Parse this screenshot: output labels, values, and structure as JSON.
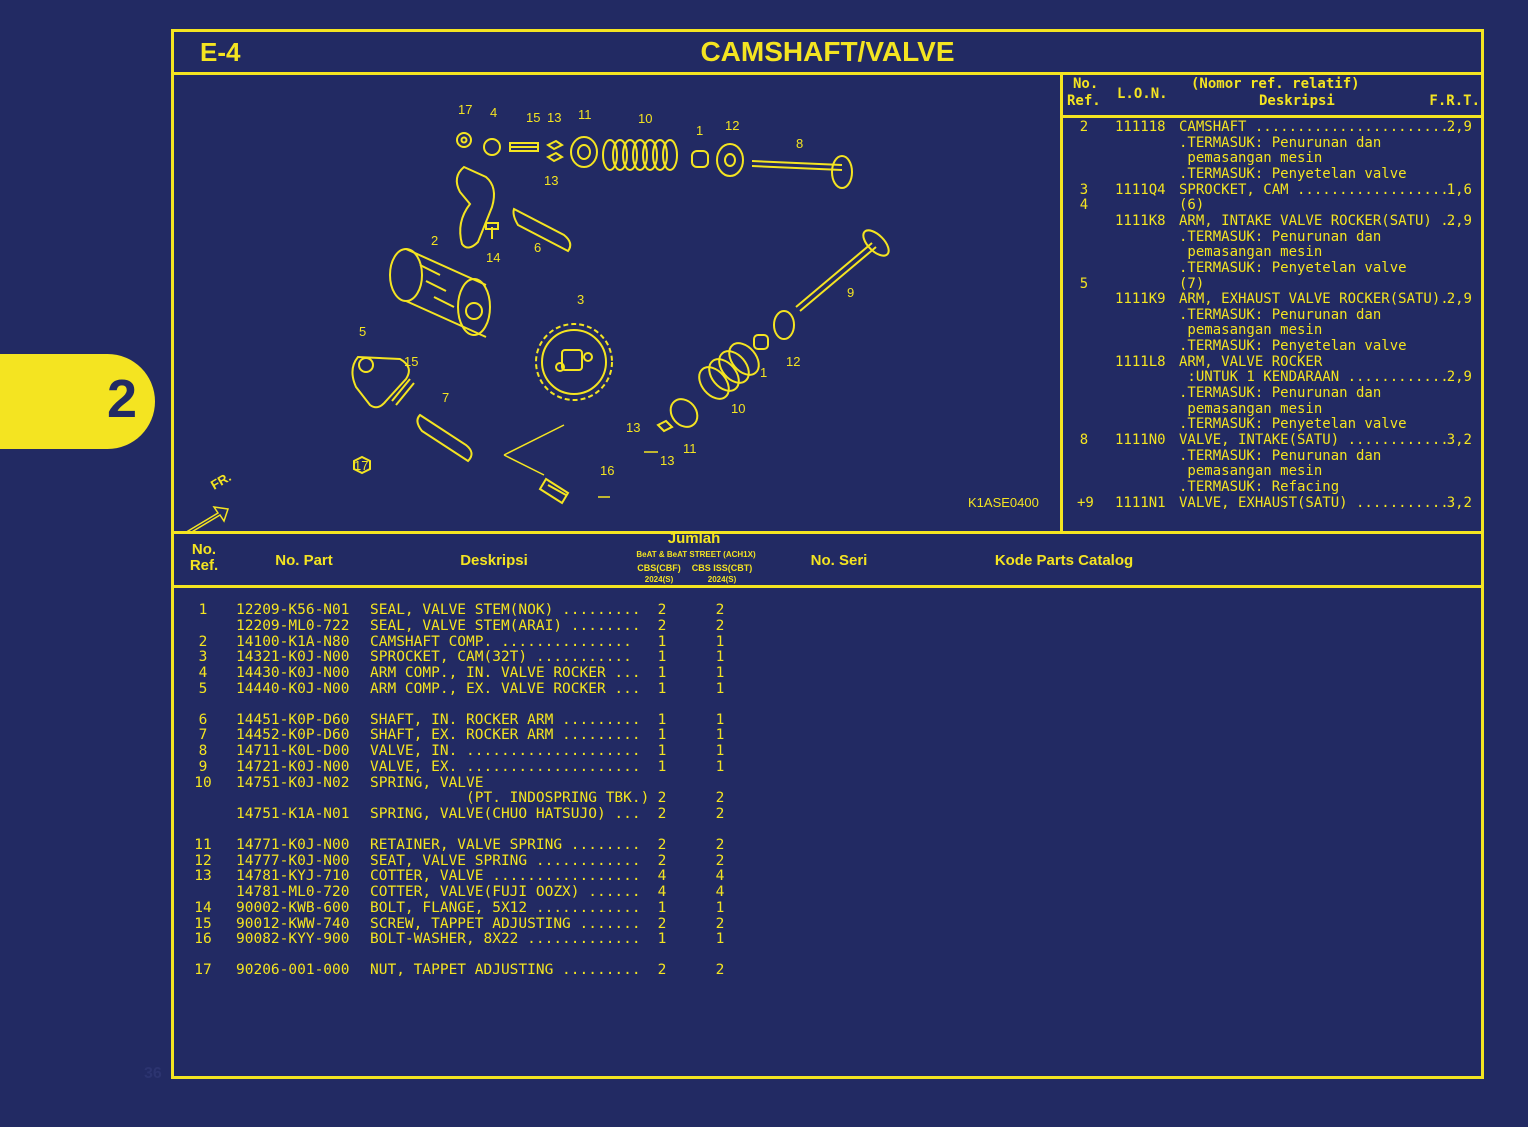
{
  "chapter": "2",
  "page_number": "36",
  "header": {
    "section_code": "E-4",
    "title": "CAMSHAFT/VALVE"
  },
  "diagram": {
    "code": "K1ASE0400",
    "front_label": "FR.",
    "callouts": [
      "17",
      "4",
      "15",
      "13",
      "11",
      "10",
      "1",
      "12",
      "8",
      "13",
      "14",
      "6",
      "2",
      "9",
      "3",
      "5",
      "15",
      "12",
      "1",
      "7",
      "10",
      "13",
      "11",
      "17",
      "13",
      "16"
    ]
  },
  "ref_panel": {
    "headers": {
      "no_ref": [
        "No.",
        "Ref."
      ],
      "lon": "L.O.N.",
      "relative": "(Nomor ref. relatif)",
      "desc": "Deskripsi",
      "frt": "F.R.T."
    },
    "rows": [
      {
        "ref": "2",
        "lon": "111118",
        "desc": "CAMSHAFT ........................",
        "frt": "2,9"
      },
      {
        "ref": "",
        "lon": "",
        "desc": ".TERMASUK: Penurunan dan",
        "frt": ""
      },
      {
        "ref": "",
        "lon": "",
        "desc": " pemasangan mesin",
        "frt": ""
      },
      {
        "ref": "",
        "lon": "",
        "desc": ".TERMASUK: Penyetelan valve",
        "frt": ""
      },
      {
        "ref": "3",
        "lon": "1111Q4",
        "desc": "SPROCKET, CAM ..................",
        "frt": "1,6"
      },
      {
        "ref": "4",
        "lon": "",
        "desc": "(6)",
        "frt": ""
      },
      {
        "ref": "",
        "lon": "1111K8",
        "desc": "ARM, INTAKE VALVE ROCKER(SATU) ..",
        "frt": "2,9"
      },
      {
        "ref": "",
        "lon": "",
        "desc": ".TERMASUK: Penurunan dan",
        "frt": ""
      },
      {
        "ref": "",
        "lon": "",
        "desc": " pemasangan mesin",
        "frt": ""
      },
      {
        "ref": "",
        "lon": "",
        "desc": ".TERMASUK: Penyetelan valve",
        "frt": ""
      },
      {
        "ref": "5",
        "lon": "",
        "desc": "(7)",
        "frt": ""
      },
      {
        "ref": "",
        "lon": "1111K9",
        "desc": "ARM, EXHAUST VALVE ROCKER(SATU).",
        "frt": "2,9"
      },
      {
        "ref": "",
        "lon": "",
        "desc": ".TERMASUK: Penurunan dan",
        "frt": ""
      },
      {
        "ref": "",
        "lon": "",
        "desc": " pemasangan mesin",
        "frt": ""
      },
      {
        "ref": "",
        "lon": "",
        "desc": ".TERMASUK: Penyetelan valve",
        "frt": ""
      },
      {
        "ref": "",
        "lon": "1111L8",
        "desc": "ARM, VALVE ROCKER",
        "frt": ""
      },
      {
        "ref": "",
        "lon": "",
        "desc": " :UNTUK 1 KENDARAAN ............",
        "frt": "2,9"
      },
      {
        "ref": "",
        "lon": "",
        "desc": ".TERMASUK: Penurunan dan",
        "frt": ""
      },
      {
        "ref": "",
        "lon": "",
        "desc": " pemasangan mesin",
        "frt": ""
      },
      {
        "ref": "",
        "lon": "",
        "desc": ".TERMASUK: Penyetelan valve",
        "frt": ""
      },
      {
        "ref": "8",
        "lon": "1111N0",
        "desc": "VALVE, INTAKE(SATU) ............",
        "frt": "3,2"
      },
      {
        "ref": "",
        "lon": "",
        "desc": ".TERMASUK: Penurunan dan",
        "frt": ""
      },
      {
        "ref": "",
        "lon": "",
        "desc": " pemasangan mesin",
        "frt": ""
      },
      {
        "ref": "",
        "lon": "",
        "desc": ".TERMASUK: Refacing",
        "frt": ""
      },
      {
        "ref": "+9",
        "lon": "1111N1",
        "desc": "VALVE, EXHAUST(SATU) ...........",
        "frt": "3,2"
      }
    ]
  },
  "table": {
    "headers": {
      "no_ref": [
        "No.",
        "Ref."
      ],
      "part_no": "No. Part",
      "desc": "Deskripsi",
      "jumlah": "Jumlah",
      "model": "BeAT & BeAT STREET (ACH1X)",
      "col1": [
        "CBS(CBF)",
        "2024(S)"
      ],
      "col2": [
        "CBS ISS(CBT)",
        "2024(S)"
      ],
      "serial": "No. Seri",
      "catalog": "Kode Parts Catalog"
    },
    "rows": [
      {
        "ref": "1",
        "part": "12209-K56-N01",
        "desc": "SEAL, VALVE STEM(NOK) .........",
        "q1": "2",
        "q2": "2"
      },
      {
        "ref": "",
        "part": "12209-ML0-722",
        "desc": "SEAL, VALVE STEM(ARAI) ........",
        "q1": "2",
        "q2": "2"
      },
      {
        "ref": "2",
        "part": "14100-K1A-N80",
        "desc": "CAMSHAFT COMP. ...............",
        "q1": "1",
        "q2": "1"
      },
      {
        "ref": "3",
        "part": "14321-K0J-N00",
        "desc": "SPROCKET, CAM(32T) ...........",
        "q1": "1",
        "q2": "1"
      },
      {
        "ref": "4",
        "part": "14430-K0J-N00",
        "desc": "ARM COMP., IN. VALVE ROCKER ...",
        "q1": "1",
        "q2": "1"
      },
      {
        "ref": "5",
        "part": "14440-K0J-N00",
        "desc": "ARM COMP., EX. VALVE ROCKER ...",
        "q1": "1",
        "q2": "1"
      },
      {
        "ref": "6",
        "part": "14451-K0P-D60",
        "desc": "SHAFT, IN. ROCKER ARM .........",
        "q1": "1",
        "q2": "1"
      },
      {
        "ref": "7",
        "part": "14452-K0P-D60",
        "desc": "SHAFT, EX. ROCKER ARM .........",
        "q1": "1",
        "q2": "1"
      },
      {
        "ref": "8",
        "part": "14711-K0L-D00",
        "desc": "VALVE, IN. ....................",
        "q1": "1",
        "q2": "1"
      },
      {
        "ref": "9",
        "part": "14721-K0J-N00",
        "desc": "VALVE, EX. ....................",
        "q1": "1",
        "q2": "1"
      },
      {
        "ref": "10",
        "part": "14751-K0J-N02",
        "desc": "SPRING, VALVE",
        "q1": "",
        "q2": ""
      },
      {
        "ref": "",
        "part": "",
        "desc": "           (PT. INDOSPRING TBK.)",
        "q1": "2",
        "q2": "2"
      },
      {
        "ref": "",
        "part": "14751-K1A-N01",
        "desc": "SPRING, VALVE(CHUO HATSUJO) ...",
        "q1": "2",
        "q2": "2"
      },
      {
        "ref": "11",
        "part": "14771-K0J-N00",
        "desc": "RETAINER, VALVE SPRING ........",
        "q1": "2",
        "q2": "2"
      },
      {
        "ref": "12",
        "part": "14777-K0J-N00",
        "desc": "SEAT, VALVE SPRING ............",
        "q1": "2",
        "q2": "2"
      },
      {
        "ref": "13",
        "part": "14781-KYJ-710",
        "desc": "COTTER, VALVE .................",
        "q1": "4",
        "q2": "4"
      },
      {
        "ref": "",
        "part": "14781-ML0-720",
        "desc": "COTTER, VALVE(FUJI OOZX) ......",
        "q1": "4",
        "q2": "4"
      },
      {
        "ref": "14",
        "part": "90002-KWB-600",
        "desc": "BOLT, FLANGE, 5X12 ............",
        "q1": "1",
        "q2": "1"
      },
      {
        "ref": "15",
        "part": "90012-KWW-740",
        "desc": "SCREW, TAPPET ADJUSTING .......",
        "q1": "2",
        "q2": "2"
      },
      {
        "ref": "16",
        "part": "90082-KYY-900",
        "desc": "BOLT-WASHER, 8X22 .............",
        "q1": "1",
        "q2": "1"
      },
      {
        "ref": "17",
        "part": "90206-001-000",
        "desc": "NUT, TAPPET ADJUSTING .........",
        "q1": "2",
        "q2": "2"
      }
    ]
  },
  "colors": {
    "background": "#222a63",
    "accent": "#f4e421"
  }
}
